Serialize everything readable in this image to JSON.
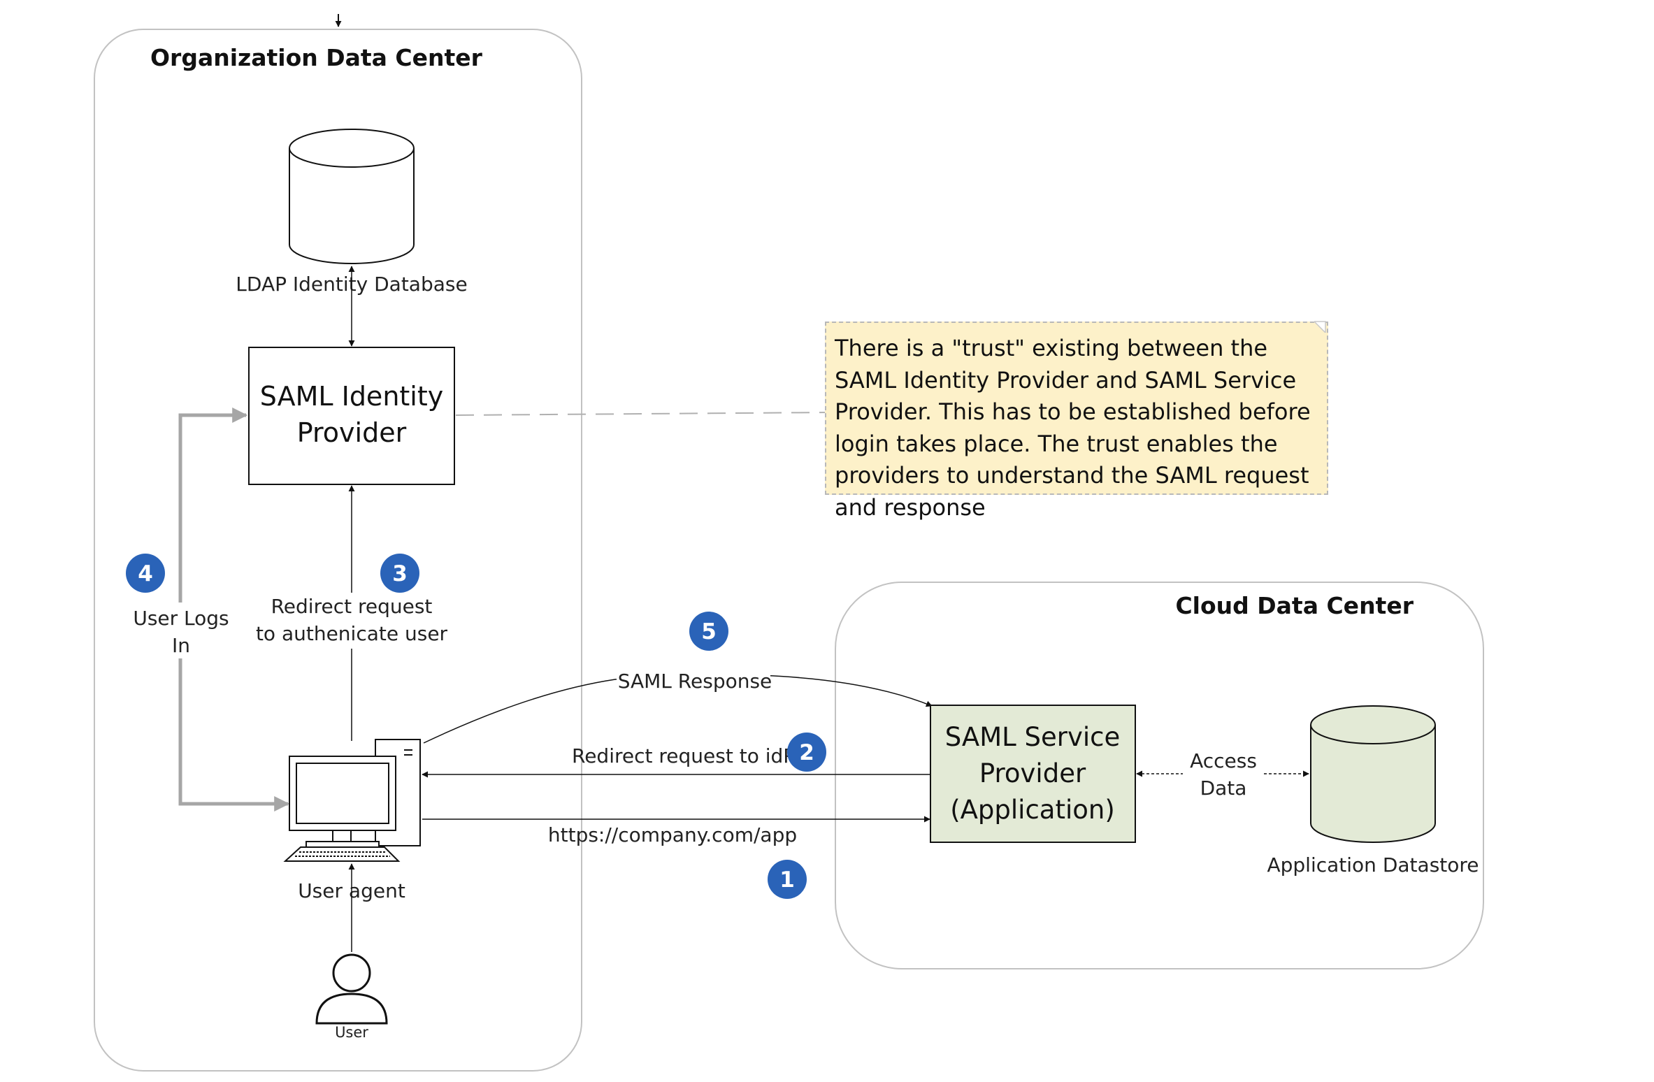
{
  "organization": {
    "title": "Organization Data Center",
    "ldap_label": "LDAP Identity Database",
    "idp_line1": "SAML Identity",
    "idp_line2": "Provider",
    "redirect_auth_line1": "Redirect request",
    "redirect_auth_line2": "to authenicate user",
    "user_logs_line1": "User Logs",
    "user_logs_line2": "In",
    "user_agent_label": "User agent",
    "user_label": "User"
  },
  "cloud": {
    "title": "Cloud Data Center",
    "sp_line1": "SAML Service",
    "sp_line2": "Provider",
    "sp_line3": "(Application)",
    "access_line1": "Access",
    "access_line2": "Data",
    "datastore_label": "Application Datastore"
  },
  "flows": {
    "saml_response": "SAML Response",
    "redirect_idp": "Redirect request to idP",
    "app_url": "https://company.com/app"
  },
  "steps": [
    "1",
    "2",
    "3",
    "4",
    "5"
  ],
  "note": {
    "text": "There is a \"trust\" existing between the SAML Identity Provider and SAML Service Provider. This has to be established before login takes place.  The trust enables the providers to understand the SAML request and response"
  },
  "colors": {
    "badge": "#2a63b8",
    "note_fill": "#fdf1c9",
    "sp_fill": "#e3ead6",
    "datastore_fill": "#e3ead6",
    "gray_arrow": "#a6a6a6"
  }
}
